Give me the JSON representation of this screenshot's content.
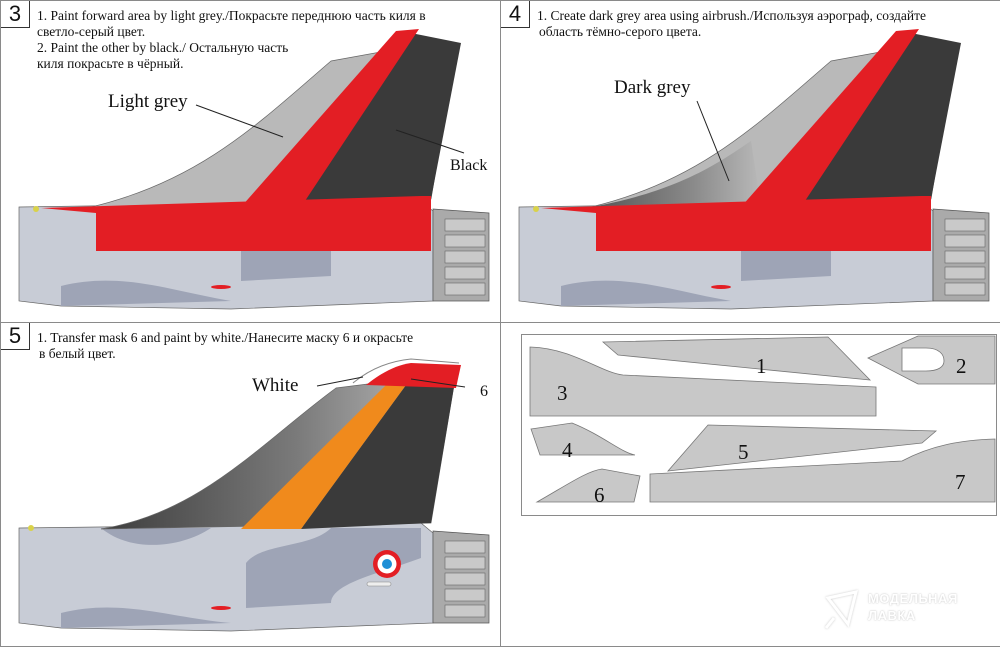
{
  "steps": [
    {
      "number": "3",
      "instructions": [
        "1. Paint forward area by light grey./Покрасьте переднюю часть киля в",
        "светло-серый цвет.",
        "2. Paint the other by black./  Остальную часть",
        "киля покрасьте в чёрный."
      ],
      "callouts": {
        "light_grey": "Light grey",
        "black": "Black"
      }
    },
    {
      "number": "4",
      "instructions": [
        "1. Create dark grey area using airbrush./Используя аэрограф, создайте",
        "область тёмно-серого цвета."
      ],
      "callouts": {
        "dark_grey": "Dark grey"
      }
    },
    {
      "number": "5",
      "instructions": [
        "1. Transfer mask 6 and paint by white./Нанесите маску 6 и окрасьте",
        "в белый цвет."
      ],
      "callouts": {
        "white": "White",
        "mask_ref": "6"
      }
    }
  ],
  "masks": {
    "labels": [
      "1",
      "2",
      "3",
      "4",
      "5",
      "6",
      "7"
    ]
  },
  "colors": {
    "red": "#e31e24",
    "black": "#3a3a3a",
    "light_grey": "#b9b9b9",
    "orange": "#f08a1c",
    "camo_light": "#c8ccd6",
    "camo_dark": "#9ea4b6",
    "mask_fill": "#c8c8c8"
  },
  "watermark": {
    "line1": "МОДЕЛЬНАЯ",
    "line2": "ЛАВКА"
  }
}
